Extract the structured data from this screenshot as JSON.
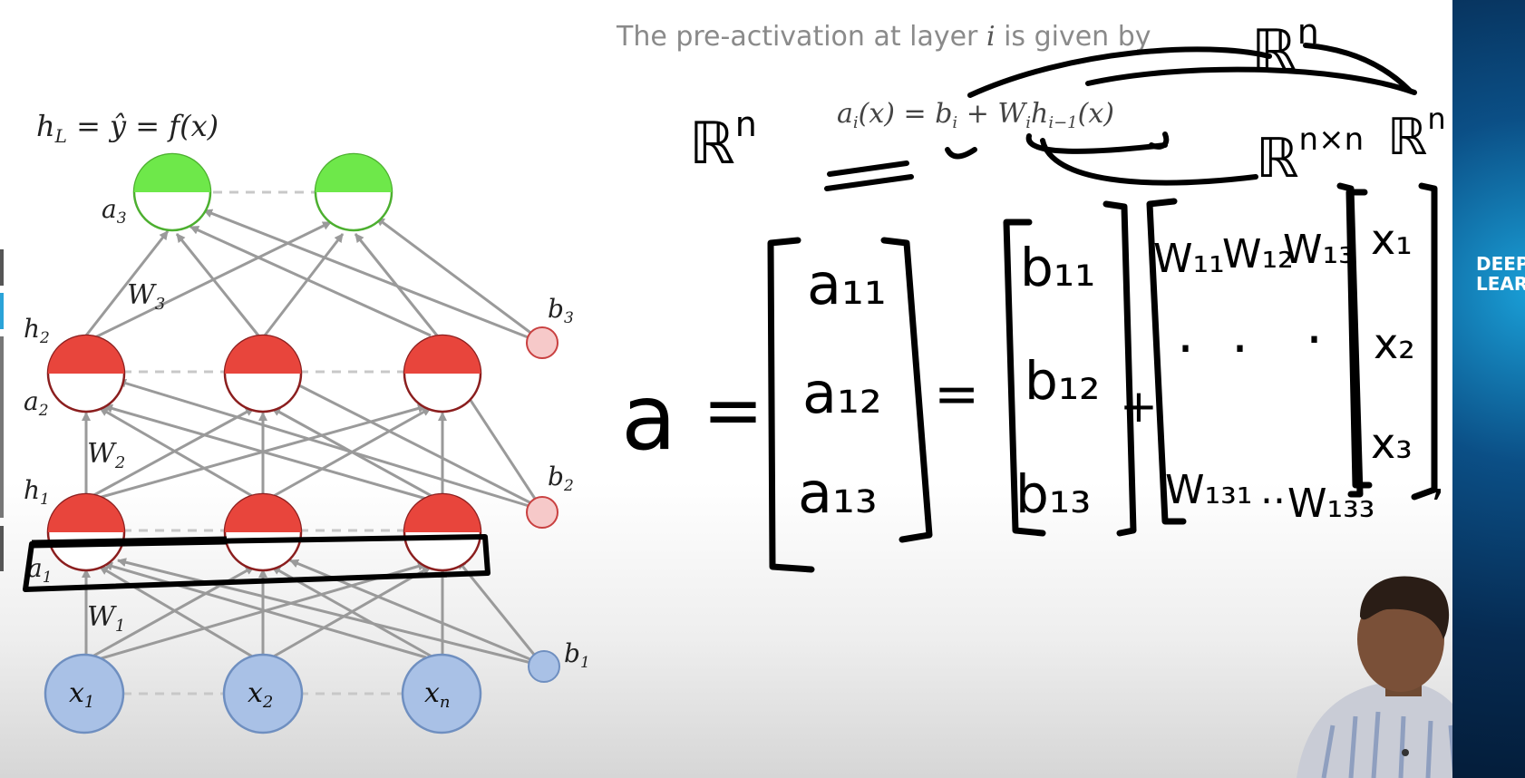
{
  "slide": {
    "header_text": "The pre-activation at layer ",
    "header_var": "i",
    "header_suffix": " is given by",
    "equation": {
      "lhs": "a",
      "lhs_sub": "i",
      "arg": "(x) = b",
      "b_sub": "i",
      "plus": " + W",
      "w_sub": "i",
      "h": "h",
      "h_sub": "i−1",
      "tail": "(x)"
    },
    "output_label": "h",
    "output_sub": "L",
    "output_rest": " = ŷ = f(x)"
  },
  "network": {
    "layer_labels": [
      {
        "main": "h",
        "sub": "2"
      },
      {
        "main": "a",
        "sub": "2"
      },
      {
        "main": "h",
        "sub": "1"
      },
      {
        "main": "a",
        "sub": "1"
      },
      {
        "main": "a",
        "sub": "3"
      }
    ],
    "weights": [
      {
        "main": "W",
        "sub": "3"
      },
      {
        "main": "W",
        "sub": "2"
      },
      {
        "main": "W",
        "sub": "1"
      }
    ],
    "biases": [
      {
        "main": "b",
        "sub": "3"
      },
      {
        "main": "b",
        "sub": "2"
      },
      {
        "main": "b",
        "sub": "1"
      }
    ],
    "inputs": [
      {
        "main": "x",
        "sub": "1"
      },
      {
        "main": "x",
        "sub": "2"
      },
      {
        "main": "x",
        "sub": "n"
      }
    ],
    "colors": {
      "output": "#6ee84a",
      "hidden": "#e8453c",
      "input": "#a9c1e6",
      "bias_red": "#f6c9c9",
      "bias_blue": "#a9c1e6",
      "edge": "#9a9a9a"
    }
  },
  "annotations": {
    "dims_top": {
      "main": "ℝ",
      "sup": "n"
    },
    "dims_left": {
      "main": "ℝ",
      "sup": "n"
    },
    "dims_mid": {
      "main": "ℝ",
      "sup": "n×n"
    },
    "dims_right": {
      "main": "ℝ",
      "sup": "n"
    },
    "a_symbol": "a",
    "equals": "=",
    "plus": "+",
    "a_vector": [
      "a₁₁",
      "a₁₂",
      "a₁₃"
    ],
    "b_vector": [
      "b₁₁",
      "b₁₂",
      "b₁₃"
    ],
    "w_row_top": [
      "W₁₁",
      "W₁₂",
      "W₁₃"
    ],
    "w_row_mid": [
      "·",
      "·",
      "·"
    ],
    "w_row_bottom": [
      "W₁₃₁",
      "..",
      "W₁₃₃"
    ],
    "x_vector": [
      "x₁",
      "x₂",
      "x₃"
    ],
    "comma": ","
  },
  "side_panel": {
    "logo_line1": "DEEP",
    "logo_line2": "LEARN"
  }
}
